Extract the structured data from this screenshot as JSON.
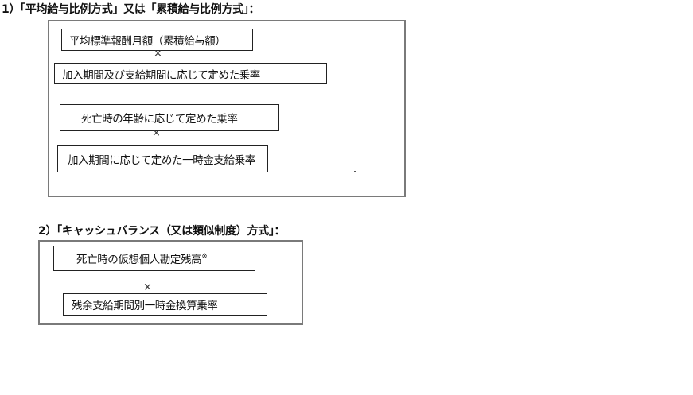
{
  "section1": {
    "heading": "1）「平均給与比例方式」又は「累積給与比例方式」：",
    "box1": "平均標準報酬月額（累積給与額）",
    "times1": "×",
    "box2": "加入期間及び支給期間に応じて定めた乗率",
    "box3": "死亡時の年齢に応じて定めた乗率",
    "times2": "×",
    "box4": "加入期間に応じて定めた一時金支給乗率"
  },
  "section2": {
    "heading": "2）「キャッシュバランス（又は類似制度）方式」：",
    "box1": "死亡時の仮想個人勘定残高",
    "note_mark": "※",
    "times": "×",
    "box2": "残余支給期間別一時金換算乗率"
  }
}
